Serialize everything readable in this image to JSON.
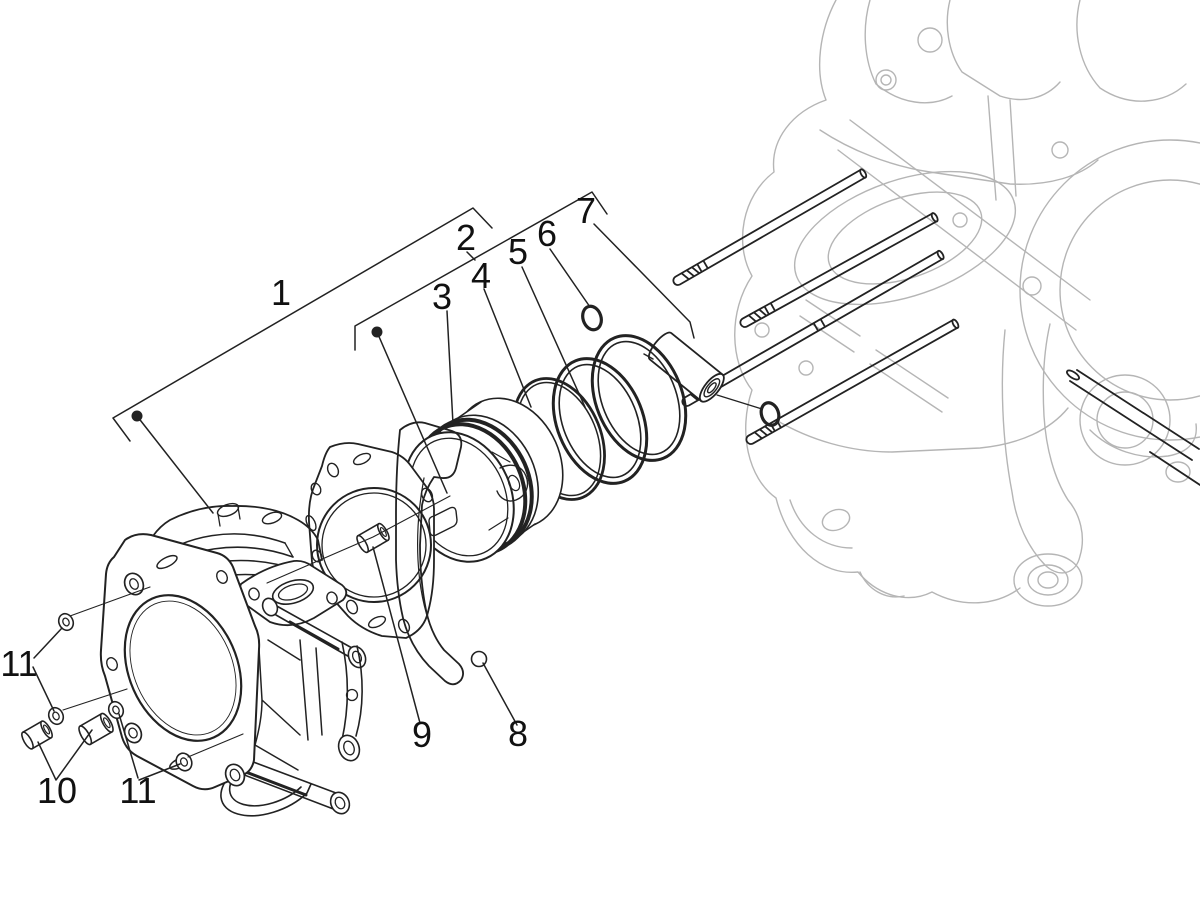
{
  "diagram": {
    "type": "exploded-parts-diagram",
    "callouts": [
      {
        "label": "1"
      },
      {
        "label": "2"
      },
      {
        "label": "3"
      },
      {
        "label": "4"
      },
      {
        "label": "5"
      },
      {
        "label": "6"
      },
      {
        "label": "7"
      },
      {
        "label": "8"
      },
      {
        "label": "9"
      },
      {
        "label": "10"
      },
      {
        "label": "11"
      },
      {
        "label": "11"
      }
    ]
  },
  "colors": {
    "ink": "#222222",
    "case": "#b5b5b5",
    "paper": "#ffffff",
    "label": "#111111"
  }
}
